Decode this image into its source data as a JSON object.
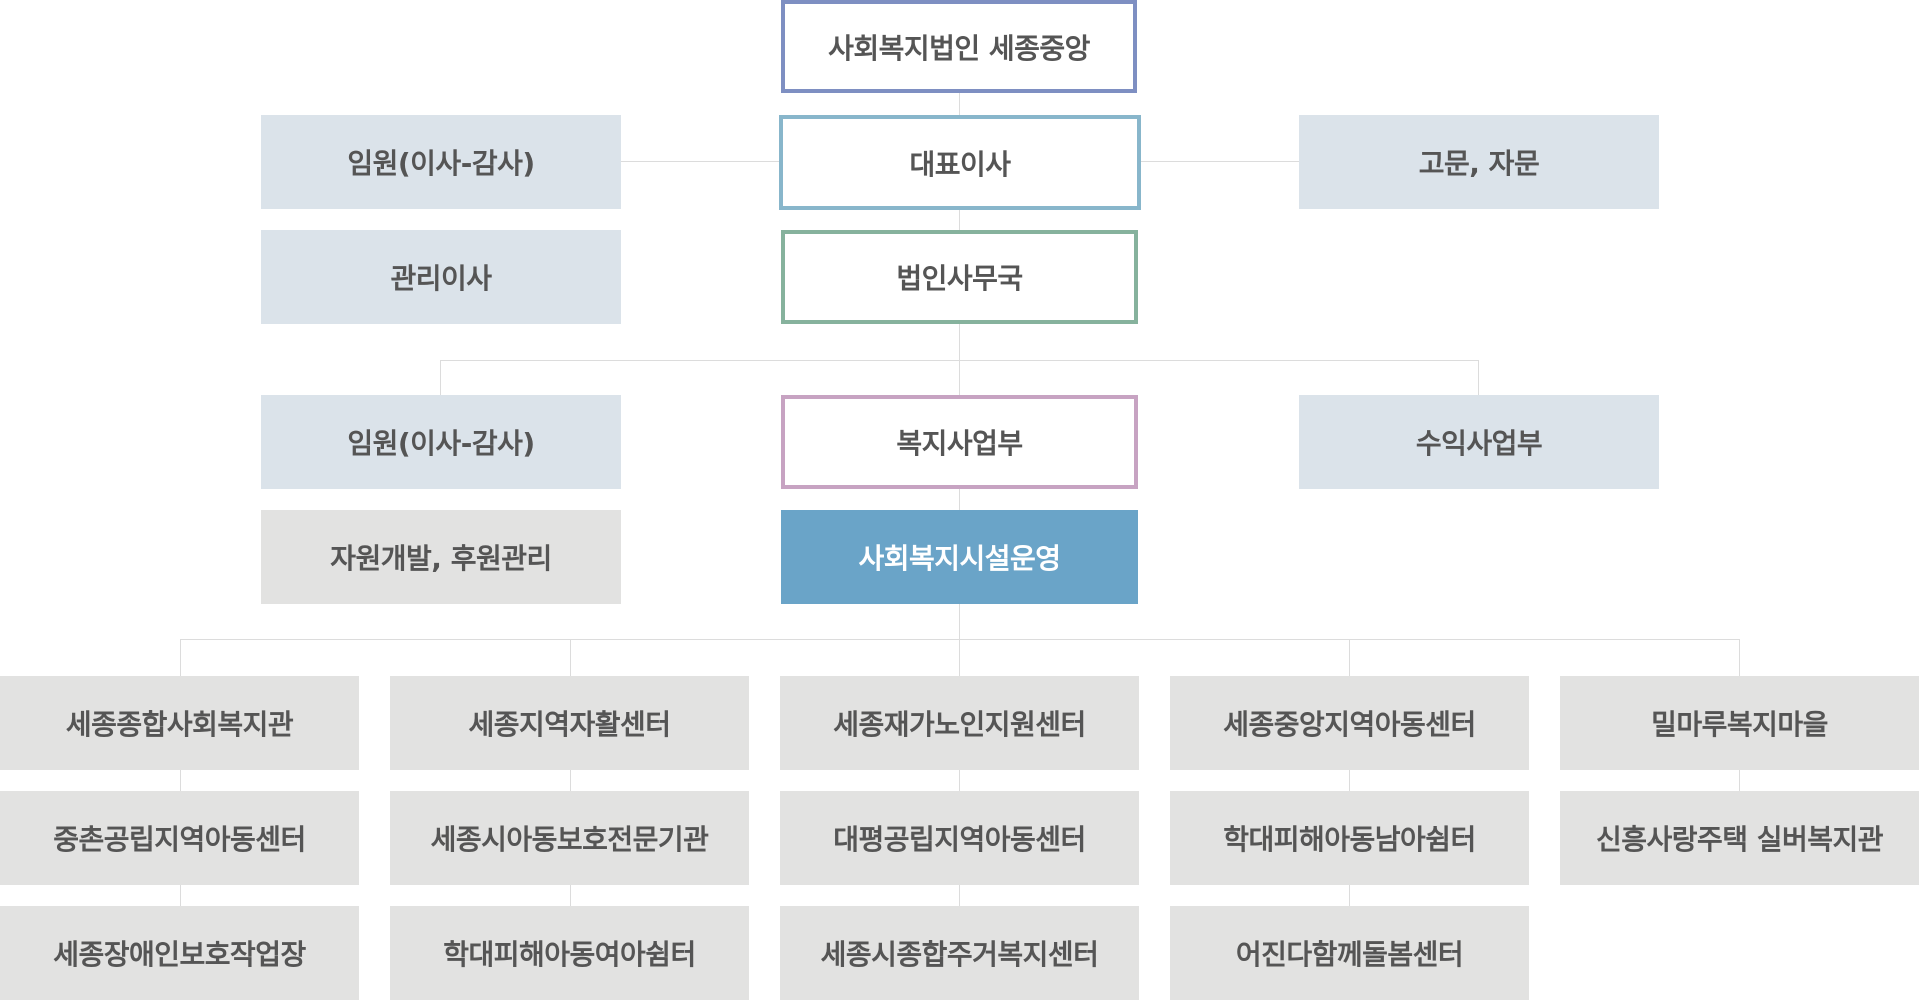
{
  "colors": {
    "foundation_border": "#7e8fc2",
    "ceo_border": "#88b6cb",
    "office_border": "#86b29d",
    "welfare_border": "#c7a3c2",
    "facility_fill": "#6aa4c8",
    "side_box_fill": "#dbe3ea",
    "facility_box_fill": "#e2e2e1",
    "text": "#555555",
    "connector": "#dcdcdc"
  },
  "top": {
    "foundation": "사회복지법인 세종중앙",
    "ceo": "대표이사",
    "executives": "임원(이사-감사)",
    "advisory": "고문, 자문",
    "managing_director": "관리이사",
    "office": "법인사무국"
  },
  "divisions": {
    "executives": "임원(이사-감사)",
    "welfare": "복지사업부",
    "revenue": "수익사업부",
    "resources": "자원개발, 후원관리",
    "facility_ops": "사회복지시설운영"
  },
  "facilities": {
    "columns": [
      [
        "세종종합사회복지관",
        "중촌공립지역아동센터",
        "세종장애인보호작업장"
      ],
      [
        "세종지역자활센터",
        "세종시아동보호전문기관",
        "학대피해아동여아쉼터"
      ],
      [
        "세종재가노인지원센터",
        "대평공립지역아동센터",
        "세종시종합주거복지센터"
      ],
      [
        "세종중앙지역아동센터",
        "학대피해아동남아쉼터",
        "어진다함께돌봄센터"
      ],
      [
        "밀마루복지마을",
        "신흥사랑주택 실버복지관"
      ]
    ]
  }
}
